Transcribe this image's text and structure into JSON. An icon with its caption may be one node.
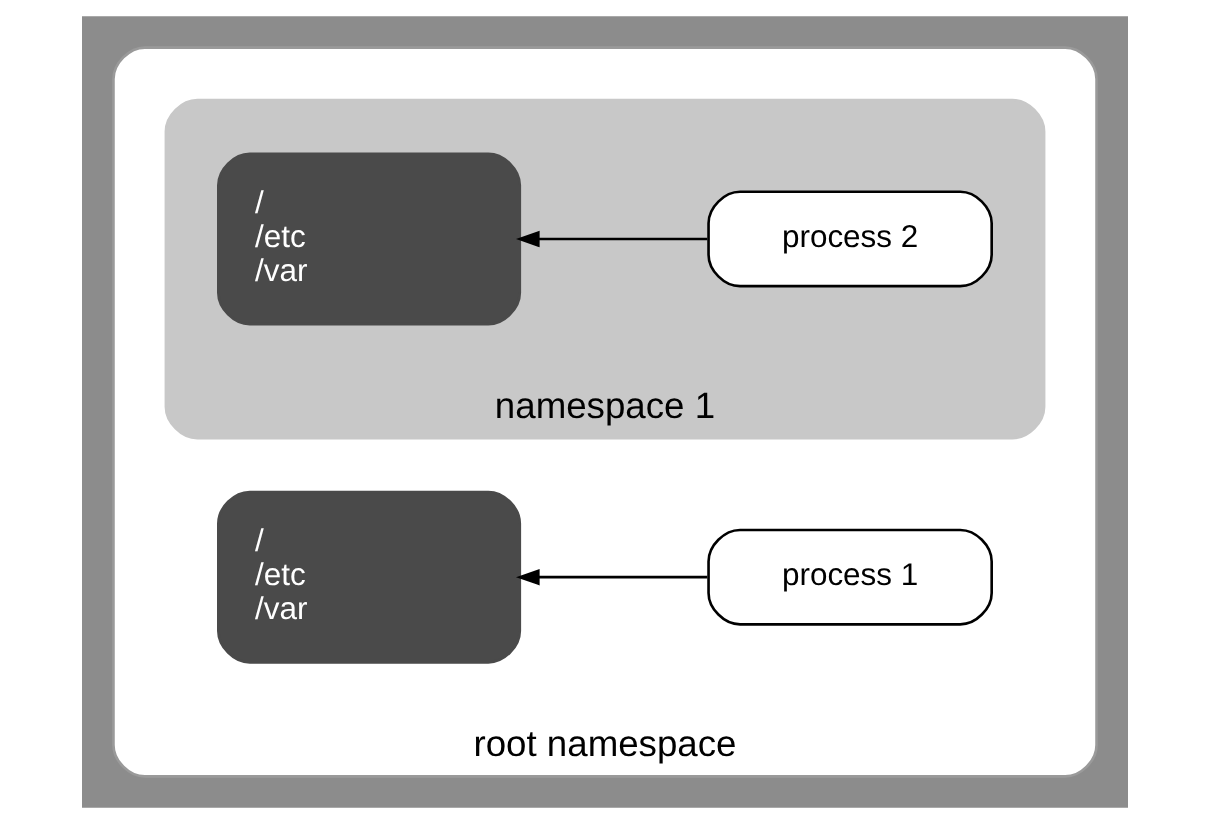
{
  "diagram": {
    "nodes": [
      {
        "text": [
          "root namespace"
        ]
      },
      {
        "text": [
          "namespace 1"
        ],
        "in": 0
      },
      {
        "text": [
          "/ /etc /var"
        ],
        "in": 1
      },
      {
        "text": [
          "process 2"
        ],
        "in": 1
      },
      {
        "text": [
          "/ /etc /var"
        ],
        "in": 0
      },
      {
        "text": [
          "process 1"
        ],
        "in": 0
      }
    ],
    "edges": [
      {
        "from": 3,
        "to": 2,
        "arrow": "to"
      },
      {
        "from": 5,
        "to": 4,
        "arrow": "to"
      }
    ]
  }
}
